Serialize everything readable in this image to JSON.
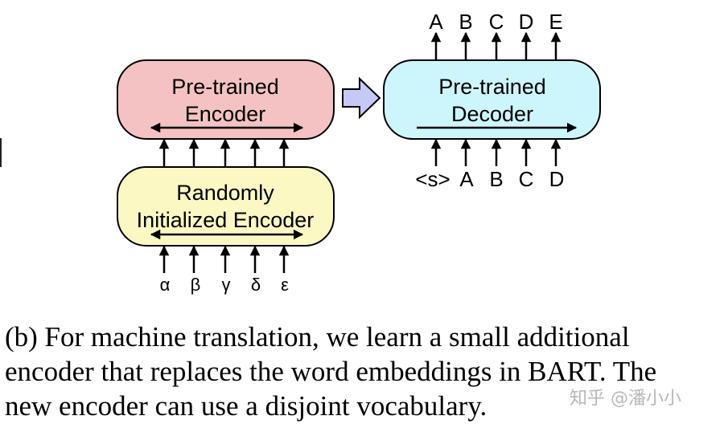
{
  "encoder_box": {
    "line1": "Pre-trained",
    "line2": "Encoder",
    "fill": "#f4c2c2"
  },
  "decoder_box": {
    "line1": "Pre-trained",
    "line2": "Decoder",
    "fill": "#ccf6fb"
  },
  "random_box": {
    "line1": "Randomly",
    "line2": "Initialized Encoder",
    "fill": "#fbf8c3"
  },
  "transfer_arrow_fill": "#c6c8f6",
  "decoder_outputs": [
    "A",
    "B",
    "C",
    "D",
    "E"
  ],
  "decoder_inputs": [
    "<s>",
    "A",
    "B",
    "C",
    "D"
  ],
  "source_inputs": [
    "α",
    "β",
    "γ",
    "δ",
    "ε"
  ],
  "caption": {
    "line1": "(b)  For machine translation, we learn a small additional",
    "line2": "encoder that replaces the word embeddings in BART. The",
    "line3": "new encoder can use a disjoint vocabulary."
  },
  "watermark": "知乎 @潘小小"
}
